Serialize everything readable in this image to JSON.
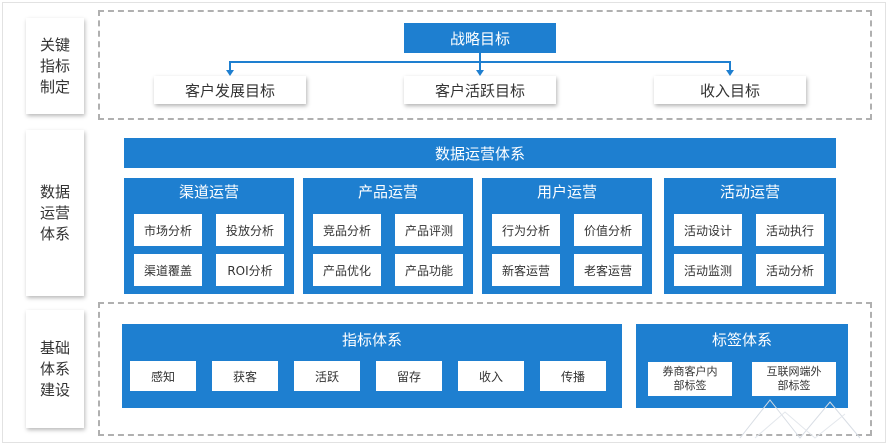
{
  "rows": {
    "strategy_label": "关键指标制定",
    "ops_label": "数据运营体系",
    "base_label": "基础体系建设"
  },
  "strategy": {
    "title": "战略目标",
    "goals": [
      "客户发展目标",
      "客户活跃目标",
      "收入目标"
    ]
  },
  "ops": {
    "title": "数据运营体系",
    "groups": [
      {
        "title": "渠道运营",
        "items": [
          "市场分析",
          "投放分析",
          "渠道覆盖",
          "ROI分析"
        ]
      },
      {
        "title": "产品运营",
        "items": [
          "竞品分析",
          "产品评测",
          "产品优化",
          "产品功能"
        ]
      },
      {
        "title": "用户运营",
        "items": [
          "行为分析",
          "价值分析",
          "新客运营",
          "老客运营"
        ]
      },
      {
        "title": "活动运营",
        "items": [
          "活动设计",
          "活动执行",
          "活动监测",
          "活动分析"
        ]
      }
    ]
  },
  "base": {
    "metrics_title": "指标体系",
    "metrics": [
      "感知",
      "获客",
      "活跃",
      "留存",
      "收入",
      "传播"
    ],
    "tags_title": "标签体系",
    "tags": [
      "券商客户内部标签",
      "互联网端外部标签"
    ]
  },
  "colors": {
    "accent": "#1e7fd0",
    "dash": "#b0b0b0"
  }
}
